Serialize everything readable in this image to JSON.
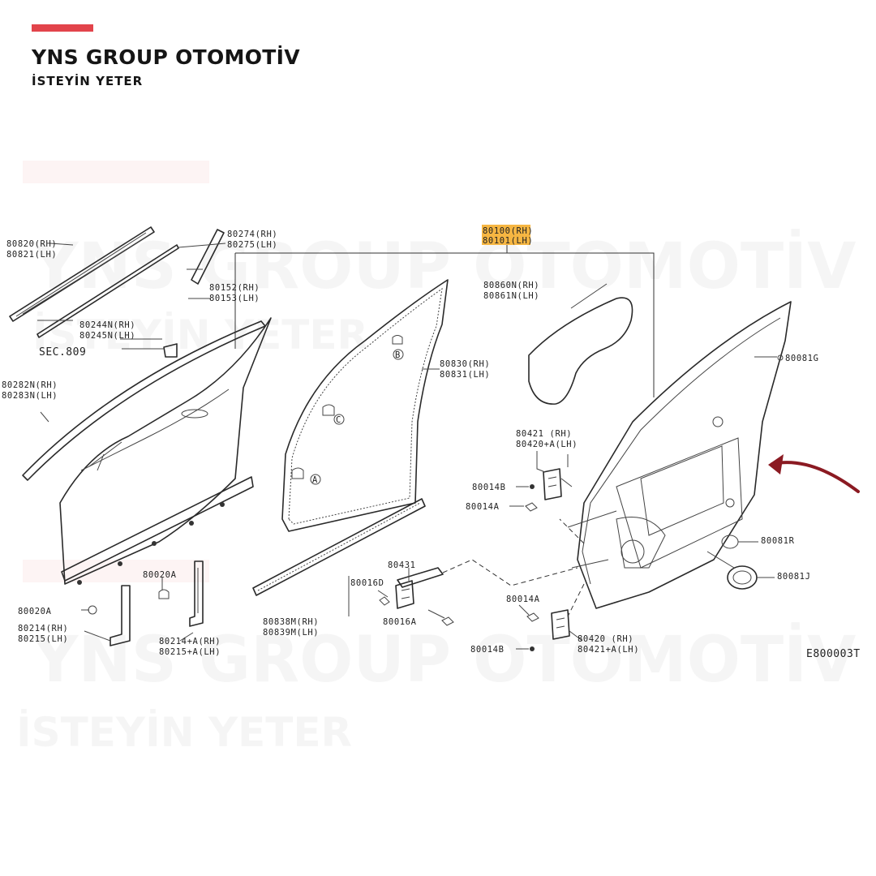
{
  "brand": {
    "title": "YNS GROUP OTOMOTİV",
    "slogan": "İSTEYİN YETER",
    "accent_color": "#e2444b",
    "highlight_color": "#f6b642",
    "arrow_color": "#8b1a22"
  },
  "diagram": {
    "code": "E800003T",
    "watermarks": [
      "YNS GROUP OTOMOTİV",
      "İSTEYİN YETER",
      "YNS GROUP OTOMOTİV",
      "İSTEYİN YETER"
    ],
    "callouts": {
      "highlighted_rh": "80100(RH)",
      "highlighted_lh": "80101(LH)",
      "p80820": "80820(RH)",
      "p80821": "80821(LH)",
      "p80274": "80274(RH)",
      "p80275": "80275(LH)",
      "p80152": "80152(RH)",
      "p80153": "80153(LH)",
      "p80244n": "80244N(RH)",
      "p80245n": "80245N(LH)",
      "sec809": "SEC.809",
      "p80282n": "80282N(RH)",
      "p80283n": "80283N(LH)",
      "p80860n": "80860N(RH)",
      "p80861n": "80861N(LH)",
      "p80830": "80830(RH)",
      "p80831": "80831(LH)",
      "p80081g": "80081G",
      "p80421_top": "80421  (RH)",
      "p80420a_top": "80420+A(LH)",
      "p80014b_1": "80014B",
      "p80014a_1": "80014A",
      "p80081r": "80081R",
      "p80081j": "80081J",
      "p80020a_1": "80020A",
      "p80431": "80431",
      "p80016d": "80016D",
      "p80014a_2": "80014A",
      "p80020a_2": "80020A",
      "p80214": "80214(RH)",
      "p80215": "80215(LH)",
      "p80214a": "80214+A(RH)",
      "p80215a": "80215+A(LH)",
      "p80838m": "80838M(RH)",
      "p80839m": "80839M(LH)",
      "p80016a": "80016A",
      "p80420_bot": "80420  (RH)",
      "p80421a_bot": "80421+A(LH)",
      "p80014b_2": "80014B",
      "ref_a": "A",
      "ref_b": "B",
      "ref_c": "C"
    }
  }
}
